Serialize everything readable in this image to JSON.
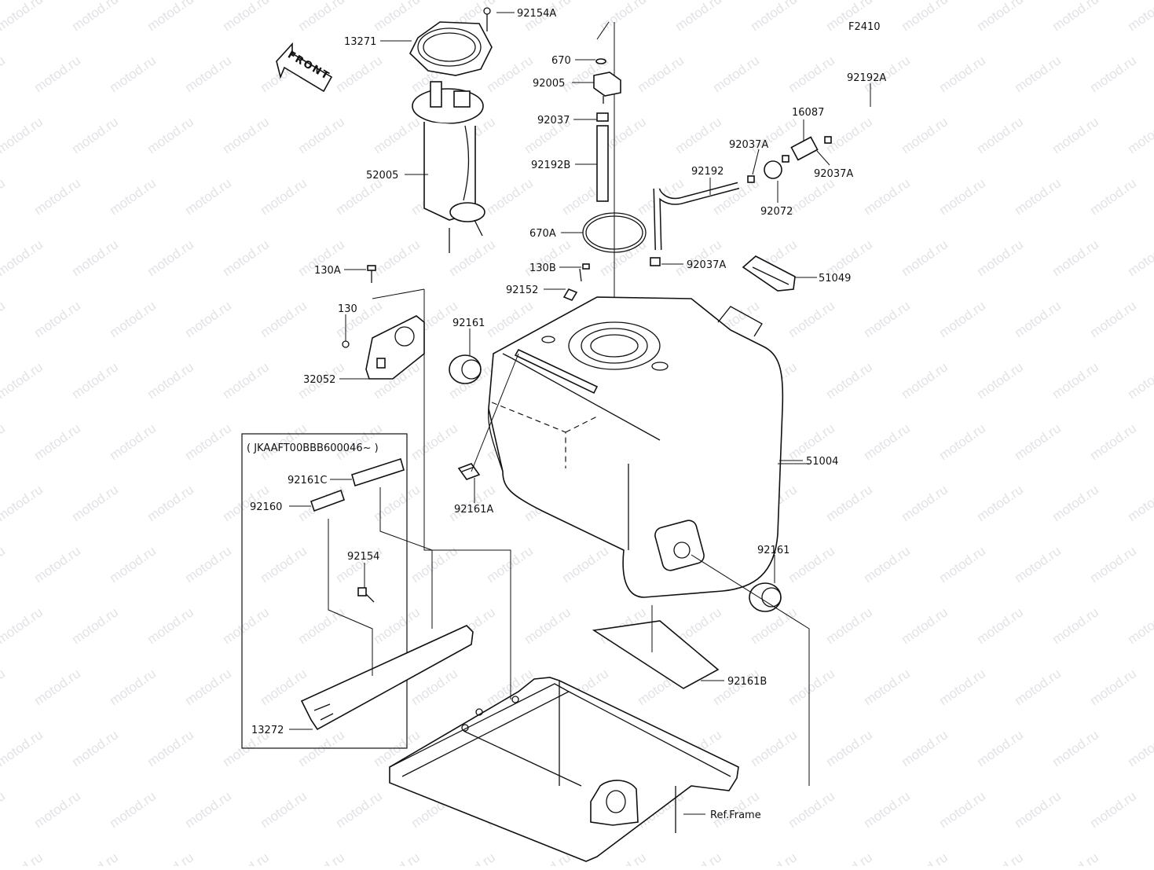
{
  "diagram": {
    "figure_code": "F2410",
    "watermark_text": "motod.ru",
    "front_label": "FRONT",
    "serial_range_label": "( JKAAFT00BBB600046~ )",
    "parts": [
      {
        "id": "92154A"
      },
      {
        "id": "13271"
      },
      {
        "id": "52005"
      },
      {
        "id": "670"
      },
      {
        "id": "92005"
      },
      {
        "id": "92037"
      },
      {
        "id": "92192B"
      },
      {
        "id": "670A"
      },
      {
        "id": "92192A"
      },
      {
        "id": "16087"
      },
      {
        "id": "92037A"
      },
      {
        "id": "92192"
      },
      {
        "id": "92037A"
      },
      {
        "id": "92072"
      },
      {
        "id": "92037A"
      },
      {
        "id": "51049"
      },
      {
        "id": "130A"
      },
      {
        "id": "130B"
      },
      {
        "id": "92152"
      },
      {
        "id": "130"
      },
      {
        "id": "92161"
      },
      {
        "id": "32052"
      },
      {
        "id": "51004"
      },
      {
        "id": "92161C"
      },
      {
        "id": "92160"
      },
      {
        "id": "92161A"
      },
      {
        "id": "92154"
      },
      {
        "id": "92161"
      },
      {
        "id": "92161B"
      },
      {
        "id": "13272"
      },
      {
        "id": "Ref.Frame"
      }
    ]
  }
}
